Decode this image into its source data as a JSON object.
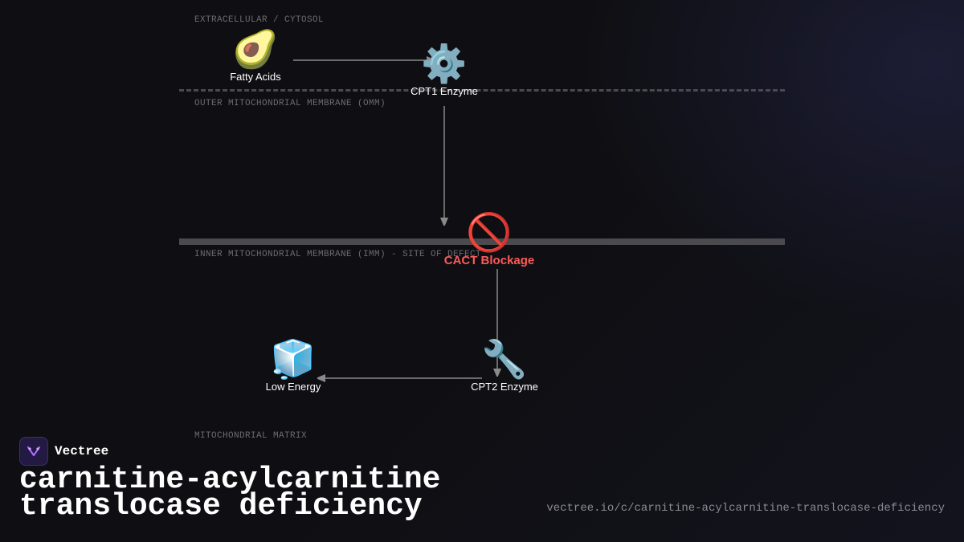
{
  "zones": {
    "extracellular": "EXTRACELLULAR / CYTOSOL",
    "omm": "OUTER MITOCHONDRIAL MEMBRANE (OMM)",
    "imm": "INNER MITOCHONDRIAL MEMBRANE (IMM) - SITE OF DEFECT",
    "matrix": "MITOCHONDRIAL MATRIX"
  },
  "nodes": {
    "fatty_acids": {
      "icon": "🥑",
      "label": "Fatty Acids"
    },
    "cpt1": {
      "icon": "⚙️",
      "label": "CPT1 Enzyme"
    },
    "cact": {
      "icon": "🚫",
      "label": "CACT Blockage"
    },
    "cpt2": {
      "icon": "🔧",
      "label": "CPT2 Enzyme"
    },
    "low_energy": {
      "icon": "🧊",
      "label": "Low Energy"
    }
  },
  "colors": {
    "background": "#0f0f13",
    "blockage": "#ff5a5a",
    "arrow": "#8a8a8a",
    "membrane": "#4a4a4f"
  },
  "footer": {
    "brand": "Vectree",
    "title_line1": "carnitine-acylcarnitine",
    "title_line2": "translocase deficiency",
    "url": "vectree.io/c/carnitine-acylcarnitine-translocase-deficiency"
  }
}
